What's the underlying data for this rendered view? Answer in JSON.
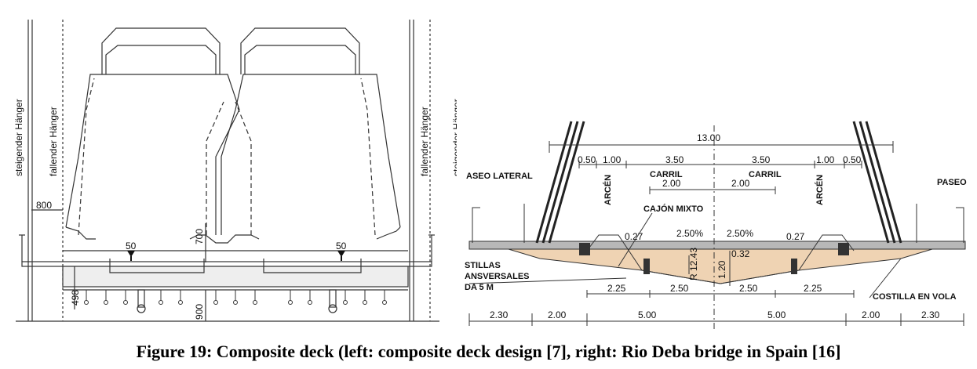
{
  "caption": "Figure 19: Composite deck (left: composite deck design [7], right: Rio Deba bridge in Spain [16]",
  "left": {
    "hanger_rising": "steigender Hänger",
    "hanger_falling": "fallender Hänger",
    "dim_800": "800",
    "dim_700": "700",
    "dim_498": "498",
    "dim_900": "900",
    "marker_50": "50"
  },
  "right": {
    "width_total": "13.00",
    "dims_top": [
      "0.50",
      "1.00",
      "3.50",
      "3.50",
      "1.00",
      "0.50"
    ],
    "carril": "CARRIL",
    "arcen": "ARCÉN",
    "paseo_left": "ASEO LATERAL",
    "paseo_right": "PASEO",
    "dim_2_00_a": "2.00",
    "dim_2_00_b": "2.00",
    "cajon": "CAJÓN MIXTO",
    "val_027": "0.27",
    "slope": "2.50%",
    "val_032": "0.32",
    "val_120": "1.20",
    "radius": "R 12.43",
    "costillas": [
      "STILLAS",
      "ANSVERSALES",
      "DA 5 M"
    ],
    "costilla_volado": "COSTILLA EN VOLA",
    "dims_mid": [
      "2.25",
      "2.50",
      "2.50",
      "2.25"
    ],
    "dims_bottom": [
      "2.30",
      "2.00",
      "5.00",
      "5.00",
      "2.00",
      "2.30"
    ]
  }
}
